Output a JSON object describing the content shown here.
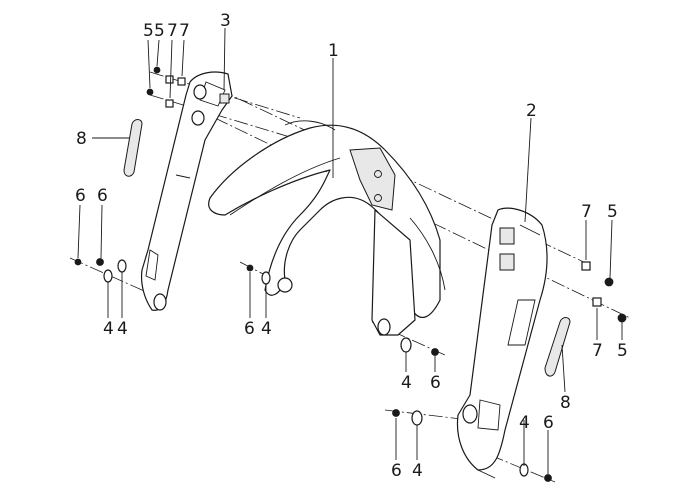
{
  "diagram": {
    "callouts": [
      {
        "id": "c5a",
        "label": "5"
      },
      {
        "id": "c5b",
        "label": "5"
      },
      {
        "id": "c7a",
        "label": "7"
      },
      {
        "id": "c7b",
        "label": "7"
      },
      {
        "id": "c3",
        "label": "3"
      },
      {
        "id": "c1",
        "label": "1"
      },
      {
        "id": "c2",
        "label": "2"
      },
      {
        "id": "c8a",
        "label": "8"
      },
      {
        "id": "c6a",
        "label": "6"
      },
      {
        "id": "c6b",
        "label": "6"
      },
      {
        "id": "c4a",
        "label": "4"
      },
      {
        "id": "c4b",
        "label": "4"
      },
      {
        "id": "c6c",
        "label": "6"
      },
      {
        "id": "c4c",
        "label": "4"
      },
      {
        "id": "c7c",
        "label": "7"
      },
      {
        "id": "c5c",
        "label": "5"
      },
      {
        "id": "c7d",
        "label": "7"
      },
      {
        "id": "c5d",
        "label": "5"
      },
      {
        "id": "c4d",
        "label": "4"
      },
      {
        "id": "c6d",
        "label": "6"
      },
      {
        "id": "c8b",
        "label": "8"
      },
      {
        "id": "c6e",
        "label": "6"
      },
      {
        "id": "c4e",
        "label": "4"
      },
      {
        "id": "c4f",
        "label": "4"
      },
      {
        "id": "c6f",
        "label": "6"
      }
    ]
  }
}
